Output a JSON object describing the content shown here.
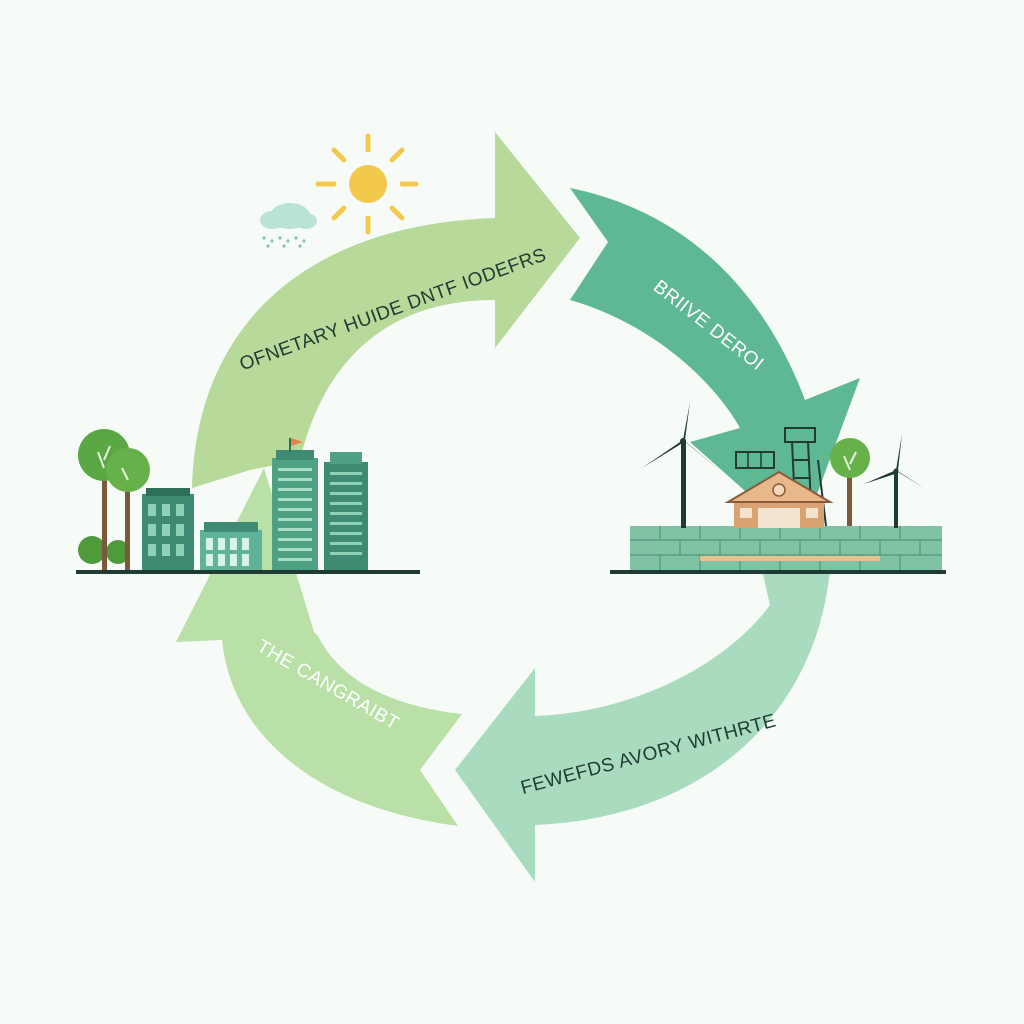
{
  "diagram": {
    "labels": {
      "top_left": "OFNETARY HUIDE DNTF IODEFRS",
      "top_right": "BRIIVE DEROI",
      "bottom_right": "FEWEFDS AVORY WITHRTE",
      "bottom_left": "THE CANGRAIBT"
    }
  },
  "colors": {
    "arrow_top_left": "#b7d99a",
    "arrow_top_right": "#5fb894",
    "arrow_bottom_right": "#a9dcbf",
    "arrow_bottom_left": "#b9e0a6",
    "background": "#f7fbf8",
    "sun": "#f2c94c",
    "building": "#4fa184",
    "factory_roof": "#d9a273"
  },
  "icons": [
    "sun-icon",
    "cloud-icon",
    "tree-icon",
    "building-icon",
    "wind-turbine-icon",
    "factory-icon",
    "solar-panel-icon",
    "flag-icon"
  ]
}
